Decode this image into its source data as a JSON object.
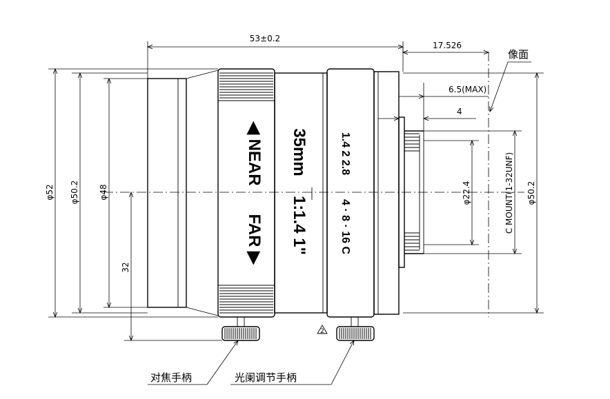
{
  "dimensions": {
    "length": "53±0.2",
    "flange": "17.526",
    "image_plane": "像面",
    "max_protrusion": "6.5(MAX)",
    "four": "4",
    "d52": "φ52",
    "d502_left": "φ50.2",
    "d48": "φ48",
    "d32": "32",
    "d224": "φ22.4",
    "mount": "C MOUNT(1-32UNF)",
    "d502_right": "φ50.2"
  },
  "lens_markings": {
    "near": "◀ NEAR",
    "far": "FAR ▶",
    "focal": "35mm",
    "aperture": "1:1.4 1\"",
    "stops_top": "1.4  2  2.8",
    "stops_bottom": "4 · 8 · 16 C"
  },
  "note_symbol": "2",
  "callouts": {
    "focus_handle": "对焦手柄",
    "iris_handle": "光阑调节手柄"
  }
}
